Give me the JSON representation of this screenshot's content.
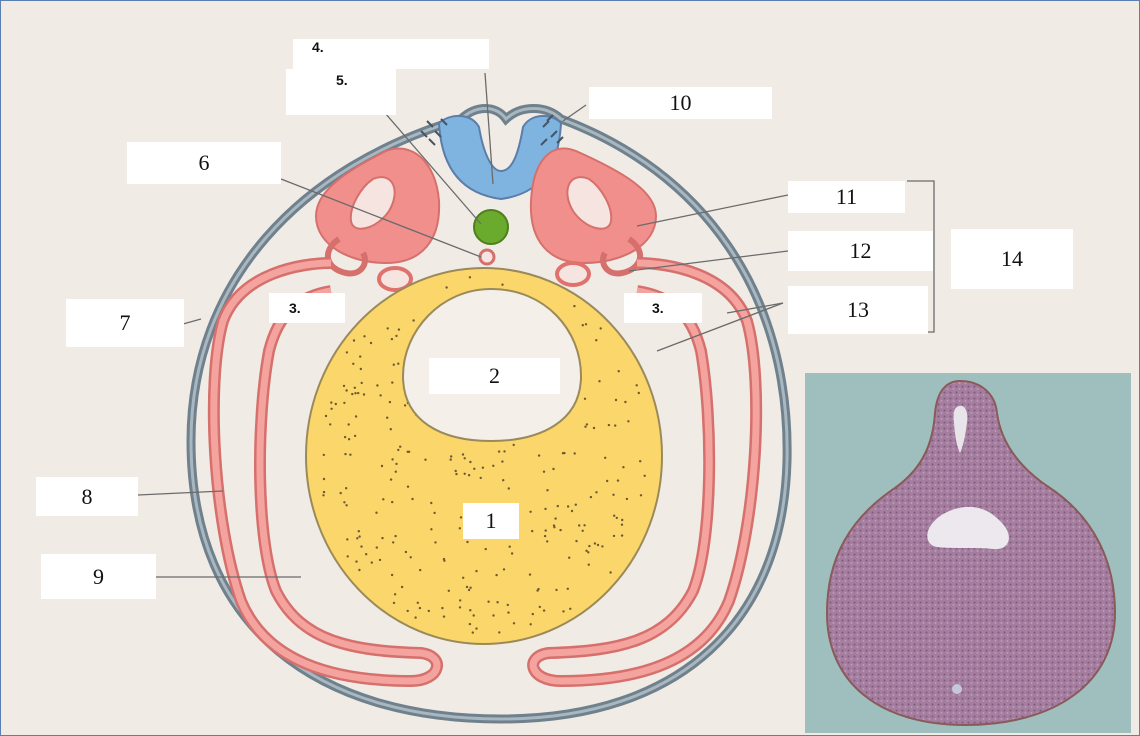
{
  "labels": {
    "n1": "1",
    "n2": "2",
    "n3_left": "3.",
    "n3_right": "3.",
    "n4": "4.",
    "n5": "5.",
    "n6": "6",
    "n7": "7",
    "n8": "8",
    "n9": "9",
    "n10": "10",
    "n11": "11",
    "n12": "12",
    "n13": "13",
    "n14": "14"
  },
  "colors": {
    "background": "#f1ebe6",
    "ectoderm": "#7d909c",
    "mesoderm": "#f08f8b",
    "somite": "#f2908c",
    "neural_tube": "#7fb3e0",
    "notochord": "#6aaa2c",
    "yolk": "#fbd66a",
    "histology_bg": "#9ebfbe",
    "histology_tissue": "#a57e9f"
  }
}
